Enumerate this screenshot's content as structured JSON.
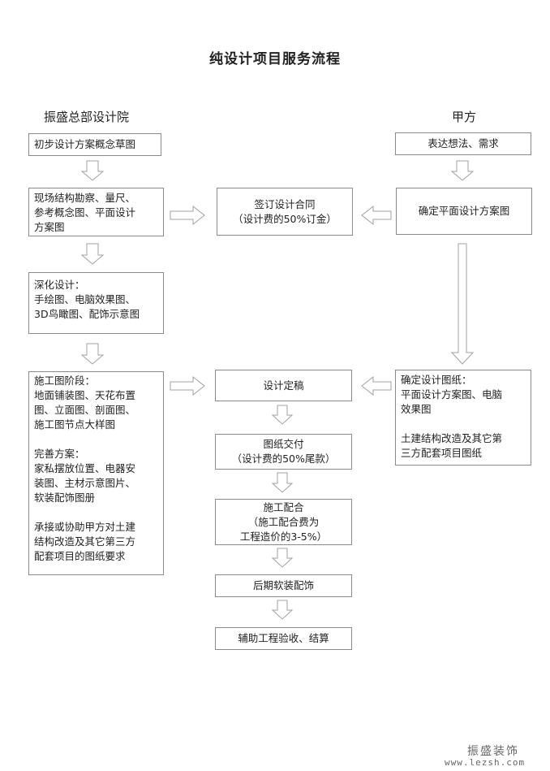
{
  "title": "纯设计项目服务流程",
  "left_header": "振盛总部设计院",
  "right_header": "甲方",
  "left": {
    "box1": "初步设计方案概念草图",
    "box2": "现场结构勘察、量尺、\n参考概念图、平面设计\n方案图",
    "box3": "深化设计：\n手绘图、电脑效果图、\n3D鸟瞰图、配饰示意图",
    "box4": "施工图阶段：\n地面铺装图、天花布置\n图、立面图、剖面图、\n施工图节点大样图\n\n完善方案：\n家私摆放位置、电器安\n装图、主材示意图片、\n软装配饰图册\n\n承接或协助甲方对土建\n结构改造及其它第三方\n配套项目的图纸要求"
  },
  "center": {
    "box1": "签订设计合同\n（设计费的50%订金）",
    "box2": "设计定稿",
    "box3": "图纸交付\n（设计费的50%尾款）",
    "box4": "施工配合\n（施工配合费为\n工程造价的3-5%）",
    "box5": "后期软装配饰",
    "box6": "辅助工程验收、结算"
  },
  "right": {
    "box1": "表达想法、需求",
    "box2": "确定平面设计方案图",
    "box3": "确定设计图纸：\n平面设计方案图、电脑\n效果图\n\n土建结构改造及其它第\n三方配套项目图纸"
  },
  "watermark": {
    "text": "振盛装饰",
    "url": "www.lezsh.com"
  }
}
